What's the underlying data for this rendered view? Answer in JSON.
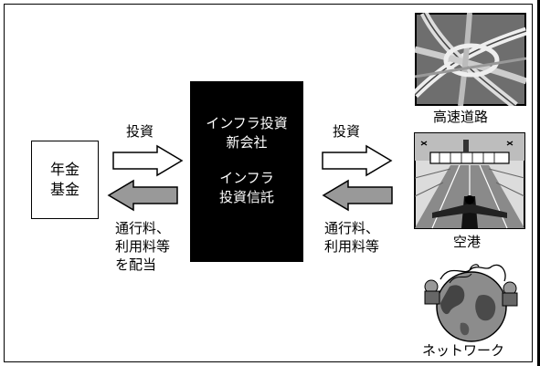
{
  "pension": {
    "line1": "年金",
    "line2": "基金"
  },
  "company": {
    "line1": "インフラ投資",
    "line2": "新会社",
    "line3": "インフラ",
    "line4": "投資信託"
  },
  "left": {
    "invest_label": "投資",
    "return_line1": "通行料、",
    "return_line2": "利用料等",
    "return_line3": "を配当"
  },
  "right": {
    "invest_label": "投資",
    "return_line1": "通行料、",
    "return_line2": "利用料等"
  },
  "assets": [
    {
      "label": "高速道路",
      "icon": "highway-icon"
    },
    {
      "label": "空港",
      "icon": "airport-icon"
    },
    {
      "label": "ネットワーク",
      "icon": "network-globe-icon"
    }
  ]
}
